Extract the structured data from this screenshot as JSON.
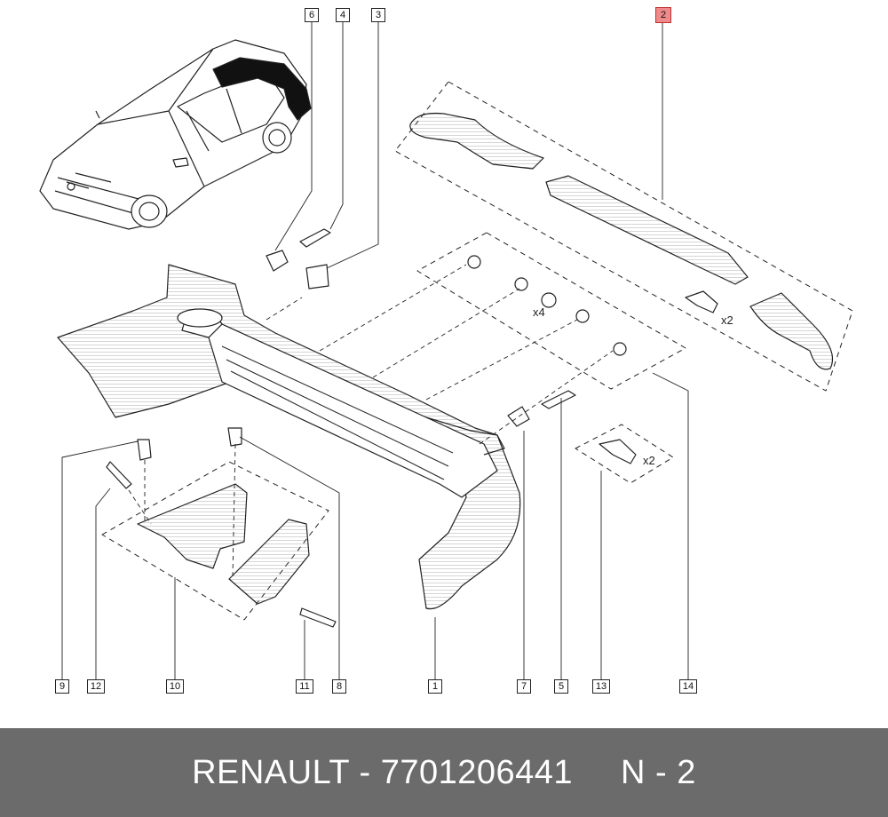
{
  "callouts": {
    "c6": "6",
    "c4": "4",
    "c3": "3",
    "c2": "2",
    "c9": "9",
    "c12": "12",
    "c10": "10",
    "c11": "11",
    "c8": "8",
    "c1": "1",
    "c7": "7",
    "c5": "5",
    "c13": "13",
    "c14": "14"
  },
  "highlight_color": "#f08a8a",
  "quantities": {
    "q4": "x4",
    "q2a": "x2",
    "q2b": "x2"
  },
  "footer": {
    "brand_part": "RENAULT - 7701206441",
    "ref": "N - 2"
  }
}
